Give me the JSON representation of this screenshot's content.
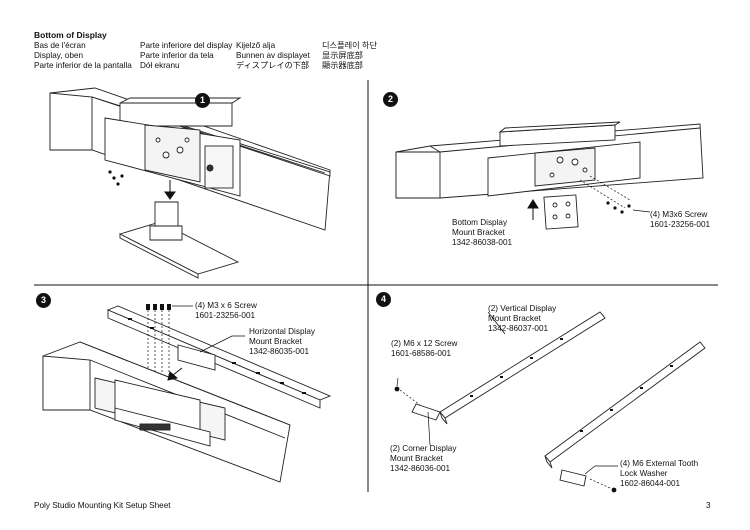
{
  "header": {
    "title": "Bottom of Display",
    "col1": [
      "Bas de l'écran",
      "Display, oben",
      "Parte inferior de la pantalla"
    ],
    "col2": [
      "Parte inferiore del display",
      "Parte inferior da tela",
      "Dół ekranu"
    ],
    "col3": [
      "Kijelző alja",
      "Bunnen av displayet",
      "ディスプレイの下部"
    ],
    "col4": [
      "디스플레이 하단",
      "显示屏底部",
      "顯示器底部"
    ]
  },
  "steps": [
    {
      "number": "1"
    },
    {
      "number": "2",
      "labels": [
        "Bottom Display",
        "Mount Bracket",
        "1342-86038-001",
        "(4) M3x6 Screw",
        "1601-23256-001"
      ]
    },
    {
      "number": "3",
      "labels": [
        "(4) M3 x 6 Screw",
        "1601-23256-001",
        "Horizontal Display",
        "Mount Bracket",
        "1342-86035-001"
      ]
    },
    {
      "number": "4",
      "labels": [
        "(2) Vertical Display",
        "Mount Bracket",
        "1342-86037-001",
        "(2) M6 x 12 Screw",
        "1601-68586-001",
        "(2) Corner Display",
        "Mount Bracket",
        "1342-86036-001",
        "(4) M6 External Tooth",
        "Lock Washer",
        "1602-86044-001"
      ]
    }
  ],
  "footer": {
    "left": "Poly Studio Mounting Kit Setup Sheet",
    "page": "3"
  }
}
